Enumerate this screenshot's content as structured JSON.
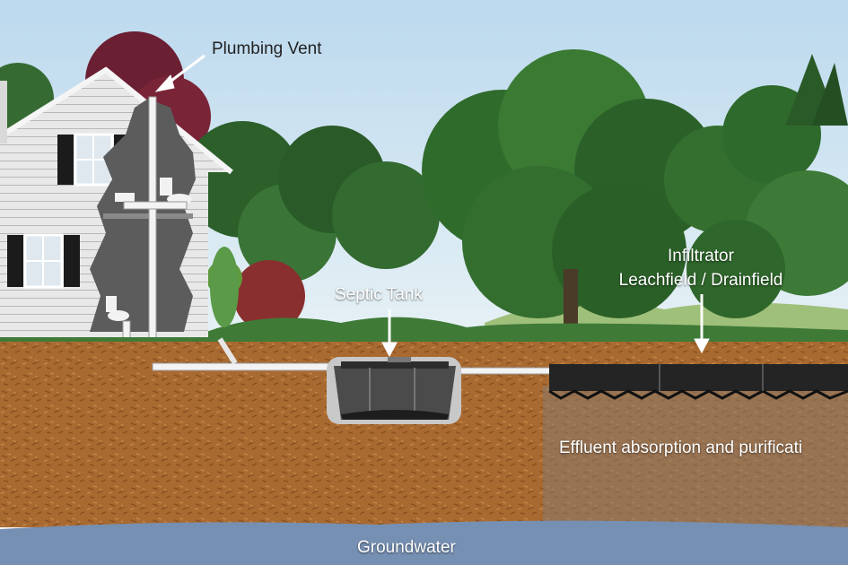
{
  "labels": {
    "plumbing_vent": "Plumbing Vent",
    "septic_tank": "Septic Tank",
    "infiltrator_line1": "Infiltrator",
    "infiltrator_line2": "Leachfield / Drainfield",
    "effluent": "Effluent absorption and purificati",
    "groundwater": "Groundwater"
  },
  "colors": {
    "sky": "#c9e2f1",
    "soil": "#a7662c",
    "groundwater": "#7390b4",
    "foliage": "#2f6b2b",
    "house_siding": "#e4e4e4",
    "tank": "#4b4b4b",
    "leachfield": "#222222"
  }
}
